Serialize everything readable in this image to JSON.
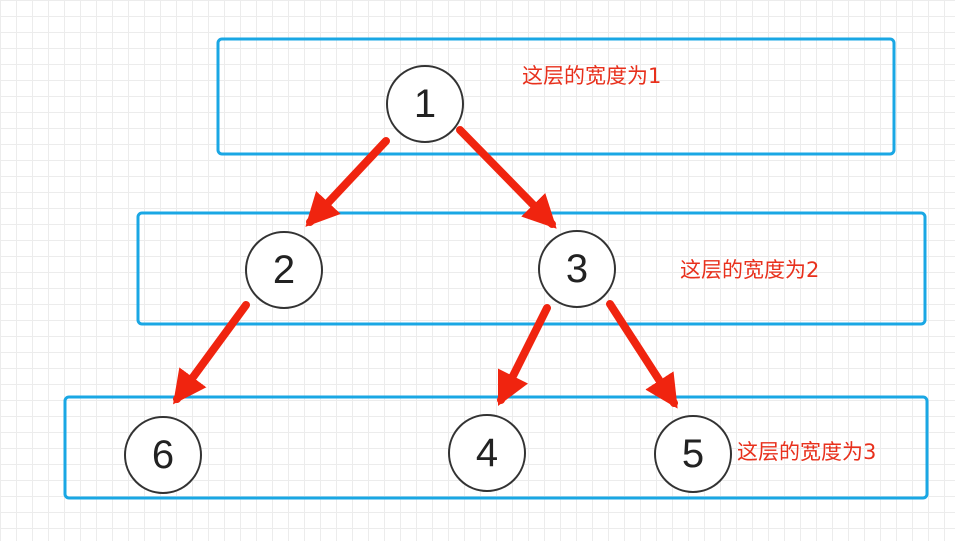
{
  "colors": {
    "box": "#1AA7E4",
    "arrow": "#F0240F",
    "label": "#E8301C"
  },
  "levels": [
    {
      "label": "这层的宽度为1"
    },
    {
      "label": "这层的宽度为2"
    },
    {
      "label": "这层的宽度为3"
    }
  ],
  "nodes": [
    {
      "id": "n1",
      "label": "1"
    },
    {
      "id": "n2",
      "label": "2"
    },
    {
      "id": "n3",
      "label": "3"
    },
    {
      "id": "n6",
      "label": "6"
    },
    {
      "id": "n4",
      "label": "4"
    },
    {
      "id": "n5",
      "label": "5"
    }
  ],
  "edges": [
    {
      "from": "n1",
      "to": "n2"
    },
    {
      "from": "n1",
      "to": "n3"
    },
    {
      "from": "n2",
      "to": "n6"
    },
    {
      "from": "n3",
      "to": "n4"
    },
    {
      "from": "n3",
      "to": "n5"
    }
  ]
}
